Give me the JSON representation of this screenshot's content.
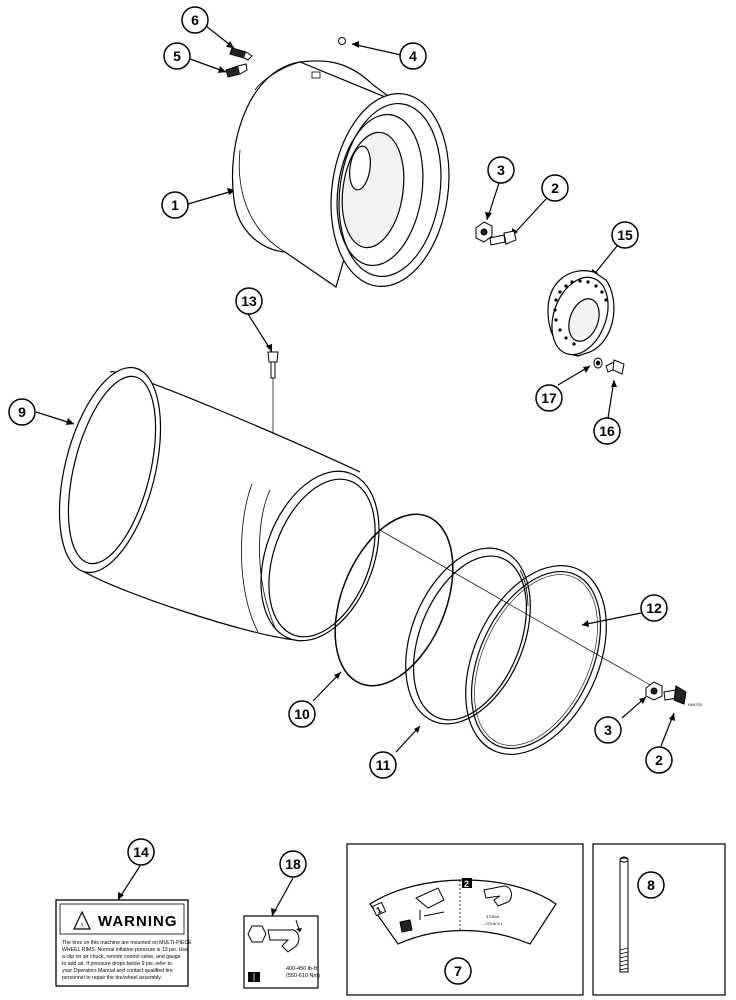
{
  "callouts": [
    "1",
    "2",
    "3",
    "4",
    "5",
    "6",
    "7",
    "8",
    "9",
    "10",
    "11",
    "12",
    "13",
    "14",
    "15",
    "16",
    "17",
    "18"
  ],
  "warning_decal": {
    "title": "WARNING",
    "lines": [
      "The tires on this machine are mounted on MULTI-PIECE",
      "WHEEL RIMS. Normal inflation pressure is 13 psi. Use",
      "a clip on air chuck, remote control valve, and gauge",
      "to add air. If pressure drops below 9 psi, refer to",
      "your Operators Manual and contact qualified tire",
      "personnel to repair the tire/wheel assembly."
    ]
  },
  "torque_decal_18": {
    "line1": "400-450 lb-ft",
    "line2": "(550-610 Nm)"
  },
  "torque_decal_7": {
    "step1": "1",
    "step2": "2",
    "value_line1": "370Nm",
    "value_line2": "-275 lb ft 1"
  },
  "figure_code": "H06703"
}
